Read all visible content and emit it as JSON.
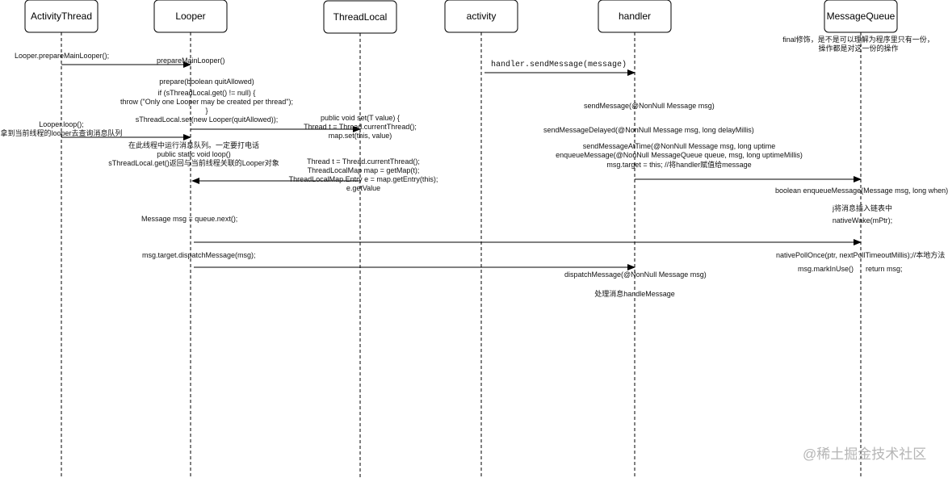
{
  "participants": [
    {
      "id": "activitythread",
      "label": "ActivityThread"
    },
    {
      "id": "looper",
      "label": "Looper"
    },
    {
      "id": "threadlocal",
      "label": "ThreadLocal"
    },
    {
      "id": "activity",
      "label": "activity"
    },
    {
      "id": "handler",
      "label": "handler"
    },
    {
      "id": "messagequeue",
      "label": "MessageQueue"
    }
  ],
  "notes": {
    "mq_note": [
      "final修饰，是不是可以理解为程序里只有一份，",
      "操作都是对这一份的操作"
    ],
    "at_prepare": "Looper.prepareMainLooper();",
    "lp_prepare_main": "prepareMainLooper()",
    "lp_prepare_code": [
      "prepare(boolean quitAllowed)",
      "if (sThreadLocal.get() != null) {",
      "throw (\"Only one Looper may be created per thread\");",
      "}",
      "sThreadLocal.set(new Looper(quitAllowed));"
    ],
    "tl_set_code": [
      "public void set(T value) {",
      "Thread t = Thread.currentThread();",
      "map.set(this, value)"
    ],
    "at_loop": [
      "Looper.loop();",
      "拿到当前线程的looper去查询消息队列"
    ],
    "lp_loop_code": [
      "在此线程中运行消息队列。一定要打电话",
      "public static void loop()",
      "sThreadLocal.get()返回与当前线程关联的Looper对象"
    ],
    "tl_get_code": [
      "Thread t = Thread.currentThread();",
      "ThreadLocalMap map = getMap(t);",
      "ThreadLocalMap.Entry e = map.getEntry(this);",
      "e.getValue"
    ],
    "act_send": "handler.sendMessage(message)",
    "h_send_message": "sendMessage(@NonNull Message msg)",
    "h_send_delayed": "sendMessageDelayed(@NonNull Message msg, long delayMillis)",
    "h_send_at_time": [
      "sendMessageAtTime(@NonNull Message msg, long uptime",
      "enqueueMessage(@NonNull MessageQueue queue,  msg, long uptimeMillis)",
      "msg.target = this; //将handler赋值给message"
    ],
    "mq_enqueue": "boolean enqueueMessage(Message msg, long when)",
    "mq_insert": "j将消息插入链表中",
    "mq_native_wake": "nativeWake(mPtr);",
    "lp_next": "Message msg = queue.next();",
    "mq_poll": "nativePollOnce(ptr, nextPollTimeoutMillis);//本地方法",
    "mq_mark_in_use": "msg.markInUse()",
    "mq_return": "return msg;",
    "lp_dispatch": "msg.target.dispatchMessage(msg);",
    "h_dispatch": "dispatchMessage(@NonNull Message msg)",
    "h_handle": "处理消息handleMessage"
  },
  "watermark": "@稀土掘金技术社区"
}
